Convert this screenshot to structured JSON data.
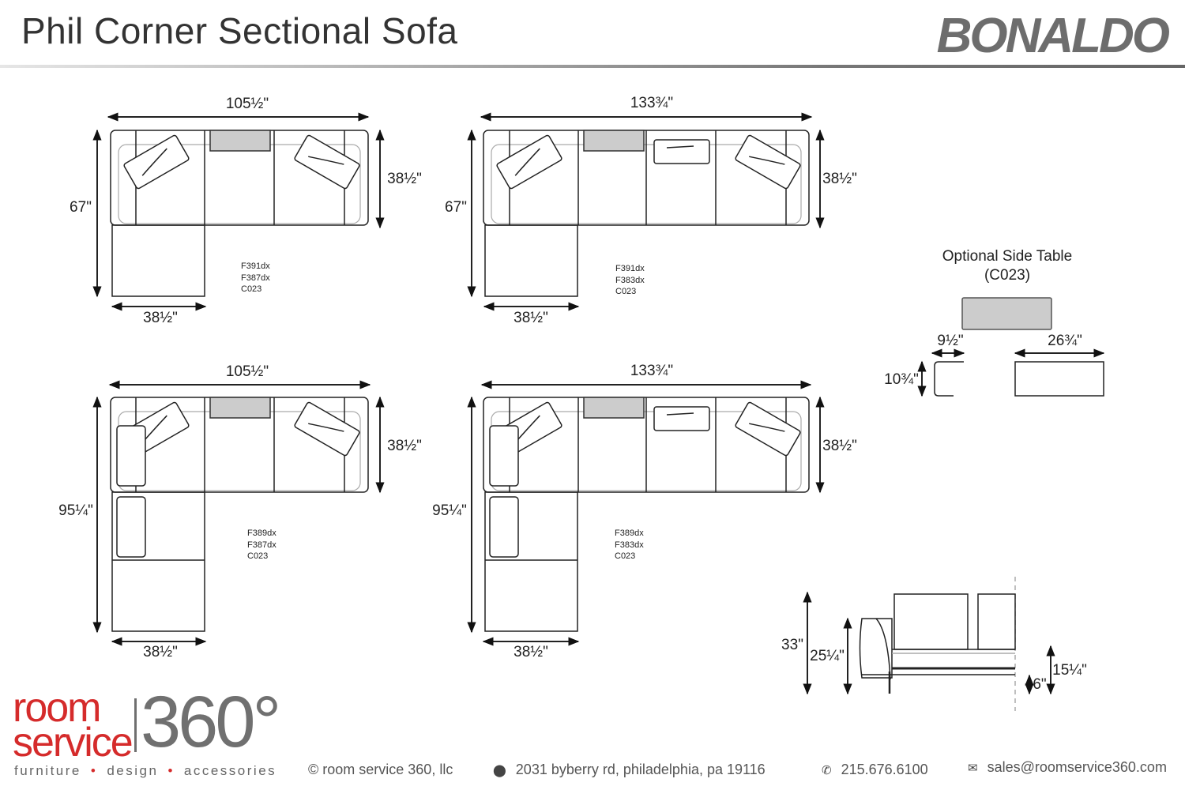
{
  "header": {
    "title": "Phil Corner Sectional Sofa",
    "brand": "BONALDO"
  },
  "diagrams": [
    {
      "width": "105½\"",
      "depth": "67\"",
      "back_depth": "38½\"",
      "chaise_width": "38½\"",
      "codes": [
        "F391dx",
        "F387dx",
        "C023"
      ]
    },
    {
      "width": "133¾\"",
      "depth": "67\"",
      "back_depth": "38½\"",
      "chaise_width": "38½\"",
      "codes": [
        "F391dx",
        "F383dx",
        "C023"
      ]
    },
    {
      "width": "105½\"",
      "depth": "95¼\"",
      "back_depth": "38½\"",
      "chaise_width": "38½\"",
      "codes": [
        "F389dx",
        "F387dx",
        "C023"
      ]
    },
    {
      "width": "133¾\"",
      "depth": "95¼\"",
      "back_depth": "38½\"",
      "chaise_width": "38½\"",
      "codes": [
        "F389dx",
        "F383dx",
        "C023"
      ]
    }
  ],
  "side_table": {
    "title": "Optional Side Table",
    "code": "(C023)",
    "depth": "9½\"",
    "width": "26¾\"",
    "height": "10¾\"",
    "fill": "#cccccc"
  },
  "elevation": {
    "total_height": "33\"",
    "arm_height": "25¼\"",
    "seat_height": "15¼\"",
    "leg_height": "6\""
  },
  "footer": {
    "logo": {
      "line1": "room",
      "line2": "service",
      "number": "360°"
    },
    "tagline": [
      "furniture",
      "design",
      "accessories"
    ],
    "copyright": "© room service 360, llc",
    "address": "2031 byberry rd, philadelphia, pa 19116",
    "phone": "215.676.6100",
    "email": "sales@roomservice360.com",
    "icons": [
      "map-pin-icon",
      "phone-icon",
      "envelope-icon"
    ],
    "colors": {
      "brand_red": "#d52b2b",
      "brand_gray": "#707070"
    }
  }
}
